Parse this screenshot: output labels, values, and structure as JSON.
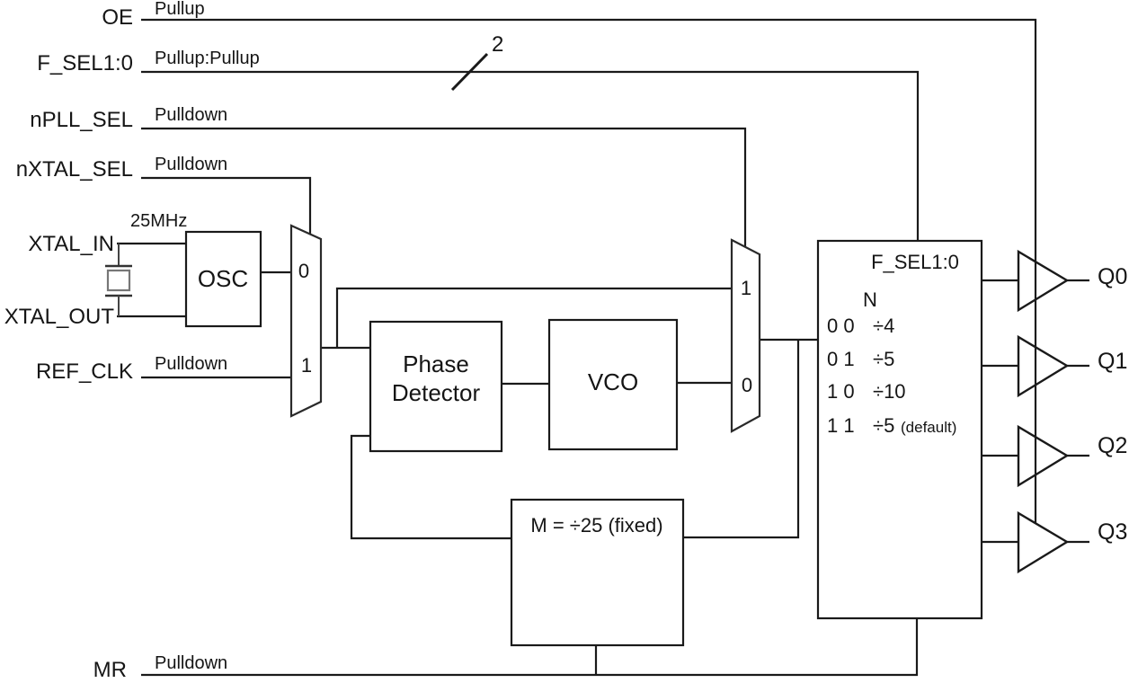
{
  "diagram": {
    "signals": {
      "oe": {
        "label": "OE",
        "resistor": "Pullup"
      },
      "f_sel": {
        "label": "F_SEL1:0",
        "resistor": "Pullup:Pullup",
        "bus_width": "2"
      },
      "npll_sel": {
        "label": "nPLL_SEL",
        "resistor": "Pulldown"
      },
      "nxtal_sel": {
        "label": "nXTAL_SEL",
        "resistor": "Pulldown"
      },
      "xtal_in": {
        "label": "XTAL_IN"
      },
      "xtal_out": {
        "label": "XTAL_OUT"
      },
      "ref_clk": {
        "label": "REF_CLK",
        "resistor": "Pulldown"
      },
      "mr": {
        "label": "MR",
        "resistor": "Pulldown"
      }
    },
    "crystal": {
      "frequency": "25MHz"
    },
    "blocks": {
      "osc": {
        "label": "OSC"
      },
      "phase_detector": {
        "line1": "Phase",
        "line2": "Detector"
      },
      "vco": {
        "label": "VCO"
      },
      "feedback_divider": {
        "label": "M = ÷25 (fixed)"
      },
      "output_divider": {
        "title": "F_SEL1:0",
        "column_header": "N",
        "rows": [
          {
            "sel": "0 0",
            "div": "÷4",
            "note": ""
          },
          {
            "sel": "0 1",
            "div": "÷5",
            "note": ""
          },
          {
            "sel": "1 0",
            "div": "÷10",
            "note": ""
          },
          {
            "sel": "1 1",
            "div": "÷5",
            "note": "(default)"
          }
        ]
      }
    },
    "mux1": {
      "input0": "0",
      "input1": "1"
    },
    "mux2": {
      "input1": "1",
      "input0": "0"
    },
    "outputs": [
      {
        "label": "Q0"
      },
      {
        "label": "Q1"
      },
      {
        "label": "Q2"
      },
      {
        "label": "Q3"
      }
    ]
  }
}
